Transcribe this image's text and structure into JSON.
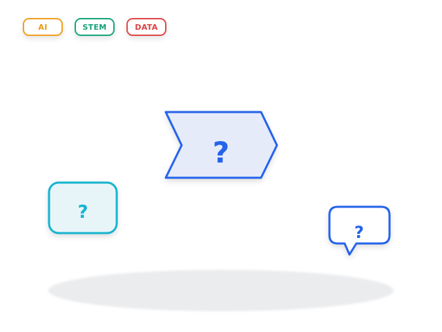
{
  "tags": {
    "ai": "AI",
    "stem": "STEM",
    "data": "DATA"
  },
  "shapes": {
    "arrow_label": "?",
    "card_label": "?",
    "bubble_label": "?"
  },
  "colors": {
    "ai": "#f0a020",
    "stem": "#16a67d",
    "data": "#e04848",
    "arrow": "#2563eb",
    "card": "#15b4d0",
    "bubble": "#2563eb",
    "floor": "#ebecee"
  },
  "icons": {
    "arrow": "chevron-arrow-shape",
    "card": "rounded-card-shape",
    "bubble": "speech-bubble-shape"
  }
}
